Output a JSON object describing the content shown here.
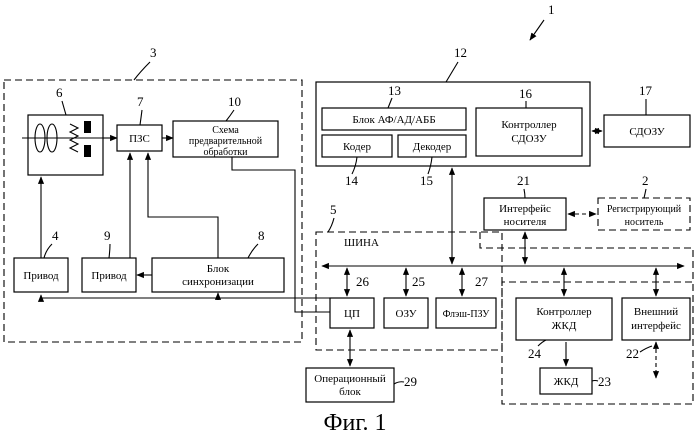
{
  "figure_number": "1",
  "caption": "Фиг. 1",
  "blocks": {
    "ccd": "ПЗС",
    "preproc": [
      "Схема",
      "предварительной",
      "обработки"
    ],
    "drive_lens": "Привод",
    "drive_ccd": "Привод",
    "sync": [
      "Блок",
      "синхронизации"
    ],
    "af_block": "Блок АФ/АД/АББ",
    "coder": "Кодер",
    "decoder": "Декодер",
    "sdram_ctrl": [
      "Контроллер",
      "СДОЗУ"
    ],
    "sdram": "СДОЗУ",
    "media_if": [
      "Интерфейс",
      "носителя"
    ],
    "recording_medium": [
      "Регистрирующий",
      "носитель"
    ],
    "bus": "ШИНА",
    "cpu": "ЦП",
    "ram": "ОЗУ",
    "flash": "Флэш-ПЗУ",
    "lcd_ctrl": [
      "Контроллер",
      "ЖКД"
    ],
    "ext_if": [
      "Внешний",
      "интерфейс"
    ],
    "lcd": "ЖКД",
    "op_block": [
      "Операционный",
      "блок"
    ]
  },
  "refs": {
    "r1": "1",
    "r2": "2",
    "r3": "3",
    "r4": "4",
    "r5": "5",
    "r6": "6",
    "r7": "7",
    "r8": "8",
    "r9": "9",
    "r10": "10",
    "r12": "12",
    "r13": "13",
    "r14": "14",
    "r15": "15",
    "r16": "16",
    "r17": "17",
    "r21": "21",
    "r22": "22",
    "r23": "23",
    "r24": "24",
    "r25": "25",
    "r26": "26",
    "r27": "27",
    "r29": "29"
  }
}
